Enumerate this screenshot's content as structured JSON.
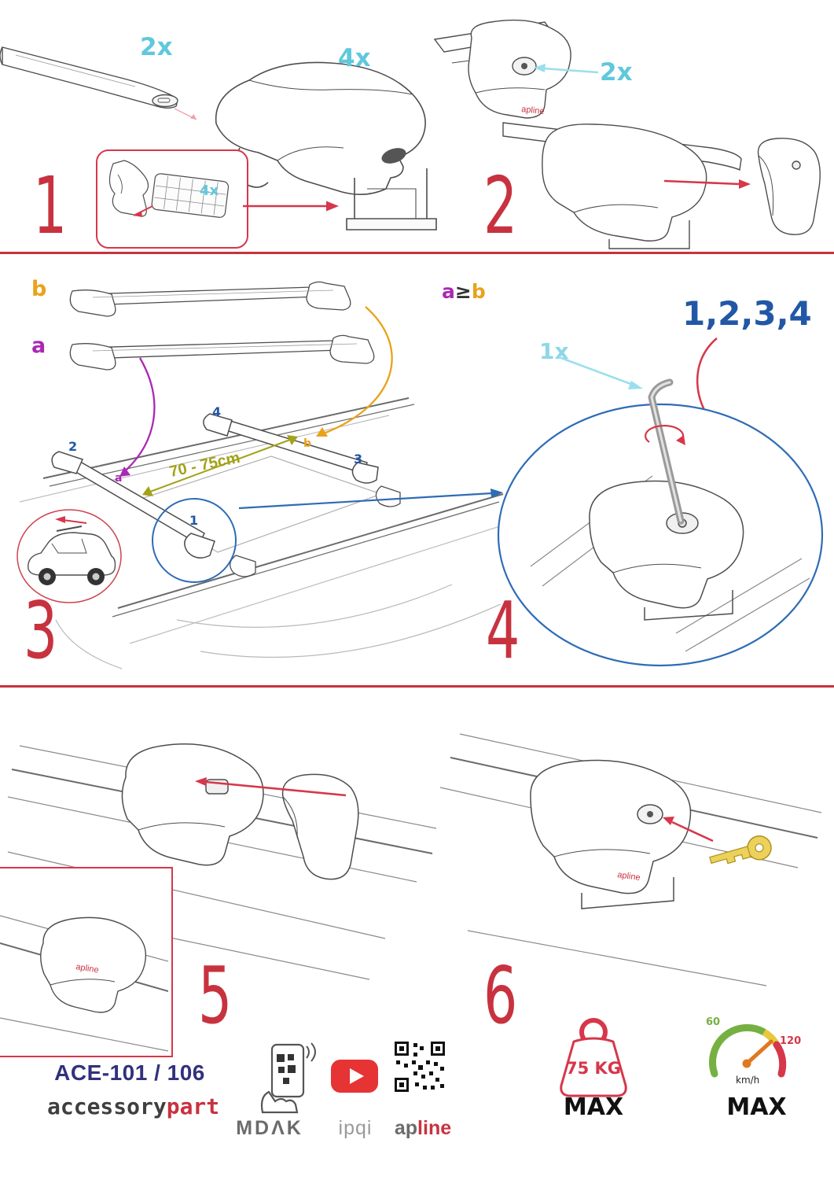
{
  "colors": {
    "accent_red": "#c8323f",
    "arrow_red": "#d6374a",
    "cyan": "#5fc8dc",
    "blue": "#2257a5",
    "purple": "#aa28b4",
    "orange": "#eaa21a",
    "olive": "#a3a21a",
    "navy": "#31317d",
    "youtube_red": "#e63333",
    "speed_green": "#76b043",
    "speed_yellow": "#e8c93e",
    "needle_orange": "#e07820"
  },
  "shared": {
    "foot_logo": "apline"
  },
  "step1": {
    "number": "1",
    "bar_qty": "2x",
    "foot_qty": "4x",
    "pad_qty": "4x"
  },
  "step2": {
    "number": "2",
    "lock_qty": "2x"
  },
  "step3": {
    "number": "3",
    "bar_b_label": "b",
    "bar_a_label": "a",
    "rule_a": "a",
    "rule_op": "≥",
    "rule_b": "b",
    "distance_label": "70 - 75cm",
    "pos_1": "1",
    "pos_2": "2",
    "pos_3": "3",
    "pos_4": "4",
    "tip_a": "a",
    "tip_b": "b"
  },
  "step4": {
    "number": "4",
    "sequence": "1,2,3,4",
    "tool_qty": "1x",
    "first": "1"
  },
  "step5": {
    "number": "5"
  },
  "step6": {
    "number": "6"
  },
  "footer": {
    "model": "ACE-101 / 106",
    "brand_gray": "accessory",
    "brand_red": "part",
    "partner_mdak": "MDΛK",
    "partner_ipqi": "ipqi",
    "apline_gray": "ap",
    "apline_red": "line",
    "weight_value": "75 KG",
    "weight_max": "MAX",
    "speed_min": "60",
    "speed_max_value": "120",
    "speed_unit": "km/h",
    "speed_max": "MAX"
  }
}
